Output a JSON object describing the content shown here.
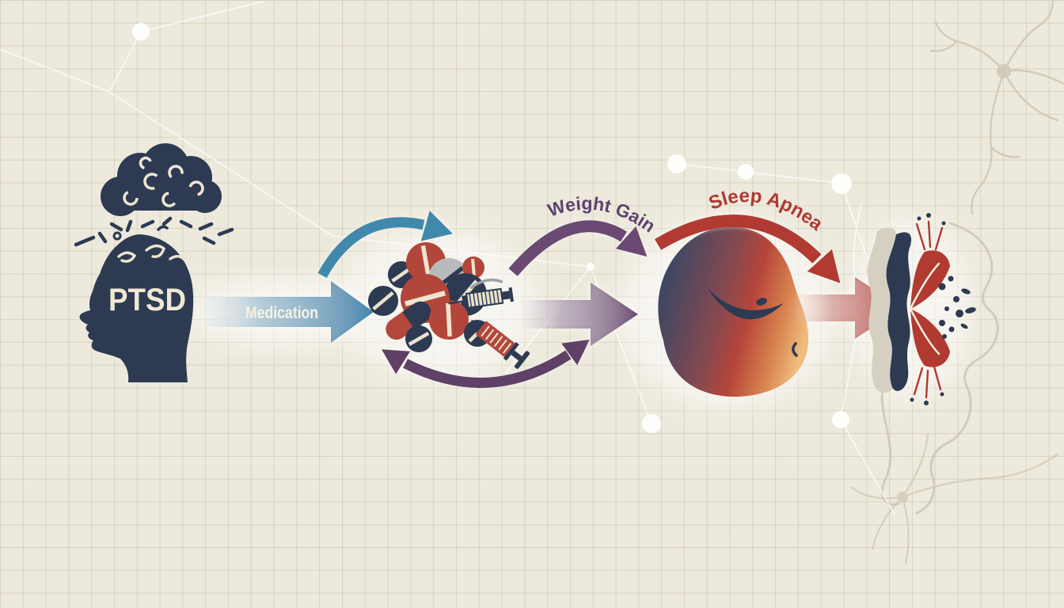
{
  "flow": {
    "stages": [
      {
        "id": "ptsd-head",
        "label": "PTSD",
        "icon": "head-silhouette-with-storm-cloud-icon"
      },
      {
        "id": "medication-pills",
        "label": "",
        "icon": "pills-and-syringes-cluster-icon"
      },
      {
        "id": "obese-torso",
        "label": "",
        "icon": "obese-belly-icon"
      },
      {
        "id": "airway-collapse",
        "label": "",
        "icon": "airway-burst-icon"
      }
    ],
    "transitions": [
      {
        "id": "medication",
        "label": "Medication",
        "color": "#3f87ab",
        "style": "straight-arrow"
      },
      {
        "id": "weight-gain",
        "label": "Weight Gain",
        "color": "#6b4a72",
        "style": "curved-arrow"
      },
      {
        "id": "sleep-apnea",
        "label": "Sleep Apnea",
        "color": "#b13a31",
        "style": "curved-arrow"
      }
    ]
  },
  "icons": [
    "storm-cloud-icon",
    "head-silhouette-icon",
    "pill-icon",
    "capsule-icon",
    "syringe-icon",
    "obese-belly-icon",
    "airway-burst-icon",
    "neuron-sketch-icon",
    "network-node-icon"
  ],
  "colors": {
    "background": "#ede9dc",
    "grid_line": "#d8d1bd",
    "navy": "#2d3a52",
    "blue": "#4189ad",
    "purple": "#6b4a72",
    "purple_text": "#5d4170",
    "red": "#b13a31",
    "red_text": "#ae3a31",
    "gray_pill": "#b9babc",
    "cream": "#efe8d2",
    "tan_band": "#d6d0c2",
    "belly_navy": "#3b4764",
    "belly_red": "#b5453a",
    "belly_orange": "#efbd7c"
  }
}
